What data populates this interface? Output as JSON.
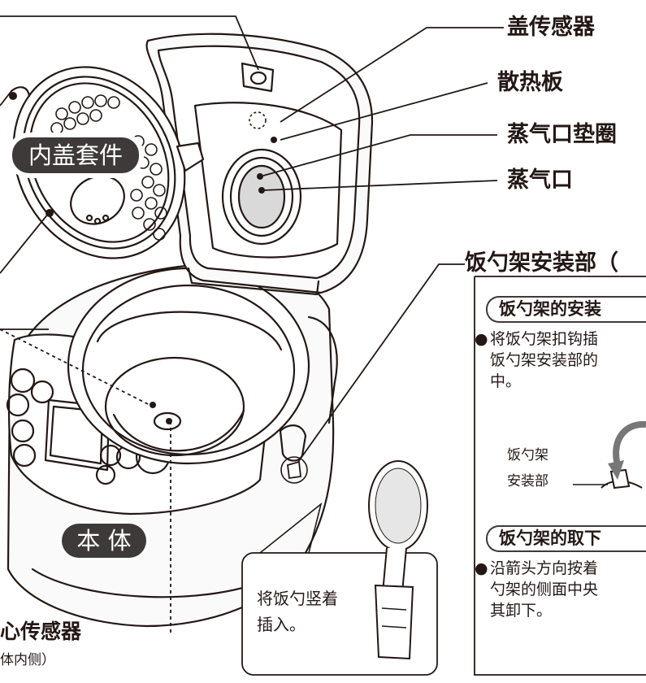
{
  "labels": {
    "lid_sensor": "盖传感器",
    "heat_plate": "散热板",
    "vent_gasket": "蒸气口垫圈",
    "vent": "蒸气口",
    "paddle_holder_mount": "饭勺架安装部（",
    "inner_lid_set": "内盖套件",
    "body": "本 体",
    "center_sensor": "心传感器",
    "center_sensor_sub": "体内侧）",
    "paddle_callout": [
      "将饭勺竖着",
      "插入。"
    ]
  },
  "install_section": {
    "heading": "饭勺架的安装",
    "text": [
      "将饭勺架扣钩插",
      "饭勺架安装部的",
      "中。"
    ],
    "fig_label": [
      "饭勺架",
      "安装部"
    ]
  },
  "remove_section": {
    "heading": "饭勺架的取下",
    "text": [
      "沿箭头方向按着",
      "勺架的侧面中央",
      "其卸下。"
    ]
  },
  "colors": {
    "ink": "#231815",
    "pill": "#3e3a39",
    "paper": "#ffffff"
  }
}
